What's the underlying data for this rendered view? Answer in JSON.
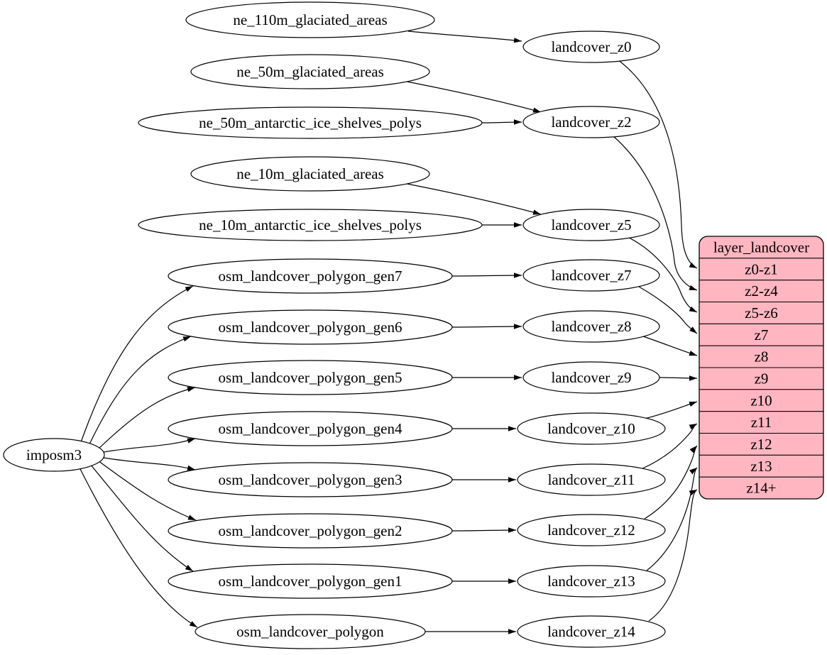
{
  "diagram": {
    "type": "graphviz-dependency-graph",
    "colors": {
      "background": "#ffffff",
      "node_fill": "#ffffff",
      "node_stroke": "#000000",
      "edge_color": "#000000",
      "table_fill": "#ffb6c1",
      "table_stroke": "#000000",
      "text_color": "#000000"
    },
    "root": {
      "label": "imposm3"
    },
    "sources": [
      {
        "label": "ne_110m_glaciated_areas"
      },
      {
        "label": "ne_50m_glaciated_areas"
      },
      {
        "label": "ne_50m_antarctic_ice_shelves_polys"
      },
      {
        "label": "ne_10m_glaciated_areas"
      },
      {
        "label": "ne_10m_antarctic_ice_shelves_polys"
      },
      {
        "label": "osm_landcover_polygon_gen7"
      },
      {
        "label": "osm_landcover_polygon_gen6"
      },
      {
        "label": "osm_landcover_polygon_gen5"
      },
      {
        "label": "osm_landcover_polygon_gen4"
      },
      {
        "label": "osm_landcover_polygon_gen3"
      },
      {
        "label": "osm_landcover_polygon_gen2"
      },
      {
        "label": "osm_landcover_polygon_gen1"
      },
      {
        "label": "osm_landcover_polygon"
      }
    ],
    "intermediates": [
      {
        "label": "landcover_z0"
      },
      {
        "label": "landcover_z2"
      },
      {
        "label": "landcover_z5"
      },
      {
        "label": "landcover_z7"
      },
      {
        "label": "landcover_z8"
      },
      {
        "label": "landcover_z9"
      },
      {
        "label": "landcover_z10"
      },
      {
        "label": "landcover_z11"
      },
      {
        "label": "landcover_z12"
      },
      {
        "label": "landcover_z13"
      },
      {
        "label": "landcover_z14"
      }
    ],
    "table": {
      "title": "layer_landcover",
      "rows": [
        "z0-z1",
        "z2-z4",
        "z5-z6",
        "z7",
        "z8",
        "z9",
        "z10",
        "z11",
        "z12",
        "z13",
        "z14+"
      ]
    },
    "edges": [
      {
        "from": "imposm3",
        "to": "osm_landcover_polygon_gen7"
      },
      {
        "from": "imposm3",
        "to": "osm_landcover_polygon_gen6"
      },
      {
        "from": "imposm3",
        "to": "osm_landcover_polygon_gen5"
      },
      {
        "from": "imposm3",
        "to": "osm_landcover_polygon_gen4"
      },
      {
        "from": "imposm3",
        "to": "osm_landcover_polygon_gen3"
      },
      {
        "from": "imposm3",
        "to": "osm_landcover_polygon_gen2"
      },
      {
        "from": "imposm3",
        "to": "osm_landcover_polygon_gen1"
      },
      {
        "from": "imposm3",
        "to": "osm_landcover_polygon"
      },
      {
        "from": "ne_110m_glaciated_areas",
        "to": "landcover_z0"
      },
      {
        "from": "ne_50m_glaciated_areas",
        "to": "landcover_z2"
      },
      {
        "from": "ne_50m_antarctic_ice_shelves_polys",
        "to": "landcover_z2"
      },
      {
        "from": "ne_10m_glaciated_areas",
        "to": "landcover_z5"
      },
      {
        "from": "ne_10m_antarctic_ice_shelves_polys",
        "to": "landcover_z5"
      },
      {
        "from": "osm_landcover_polygon_gen7",
        "to": "landcover_z7"
      },
      {
        "from": "osm_landcover_polygon_gen6",
        "to": "landcover_z8"
      },
      {
        "from": "osm_landcover_polygon_gen5",
        "to": "landcover_z9"
      },
      {
        "from": "osm_landcover_polygon_gen4",
        "to": "landcover_z10"
      },
      {
        "from": "osm_landcover_polygon_gen3",
        "to": "landcover_z11"
      },
      {
        "from": "osm_landcover_polygon_gen2",
        "to": "landcover_z12"
      },
      {
        "from": "osm_landcover_polygon_gen1",
        "to": "landcover_z13"
      },
      {
        "from": "osm_landcover_polygon",
        "to": "landcover_z14"
      },
      {
        "from": "landcover_z0",
        "to": "layer_landcover.z0-z1"
      },
      {
        "from": "landcover_z2",
        "to": "layer_landcover.z2-z4"
      },
      {
        "from": "landcover_z5",
        "to": "layer_landcover.z5-z6"
      },
      {
        "from": "landcover_z7",
        "to": "layer_landcover.z7"
      },
      {
        "from": "landcover_z8",
        "to": "layer_landcover.z8"
      },
      {
        "from": "landcover_z9",
        "to": "layer_landcover.z9"
      },
      {
        "from": "landcover_z10",
        "to": "layer_landcover.z10"
      },
      {
        "from": "landcover_z11",
        "to": "layer_landcover.z11"
      },
      {
        "from": "landcover_z12",
        "to": "layer_landcover.z12"
      },
      {
        "from": "landcover_z13",
        "to": "layer_landcover.z13"
      },
      {
        "from": "landcover_z14",
        "to": "layer_landcover.z14+"
      }
    ]
  }
}
